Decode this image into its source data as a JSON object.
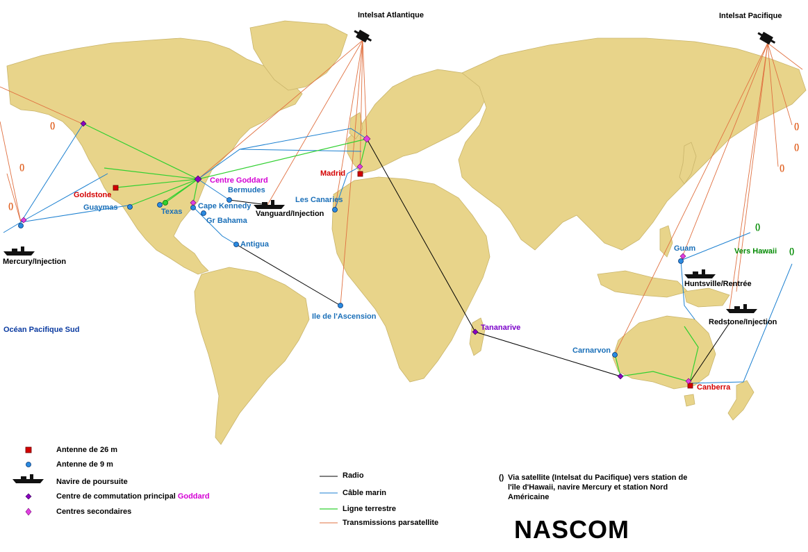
{
  "title": "NASCOM",
  "colors": {
    "land": "#e8d48a",
    "sea": "#ffffff",
    "radio": "#000000",
    "cable": "#1a7fd0",
    "ground": "#30d030",
    "satellite": "#e07040",
    "antenna26": "#d40000",
    "antenna9": "#2a8ae0",
    "main_switch": "#8a00c0",
    "secondary": "#e040e0"
  },
  "satellites": {
    "atlantic": "Intelsat Atlantique",
    "pacific": "Intelsat Pacifique"
  },
  "stations": {
    "goddard": "Centre Goddard",
    "goldstone": "Goldstone",
    "guaymas": "Guaymas",
    "texas": "Texas",
    "bermudes": "Bermudes",
    "cape_kennedy": "Cape Kennedy",
    "gr_bahama": "Gr Bahama",
    "antigua": "Antigua",
    "madrid": "Madrid",
    "canaries": "Les Canaries",
    "ascension": "Ile de l'Ascension",
    "tananarive": "Tananarive",
    "carnarvon": "Carnarvon",
    "canberra": "Canberra",
    "guam": "Guam",
    "vers_hawaii": "Vers Hawaii"
  },
  "ships": {
    "vanguard": "Vanguard/Injection",
    "mercury": "Mercury/Injection",
    "huntsville": "Huntsville/Rentrée",
    "redstone": "Redstone/Injection"
  },
  "ocean": "Océan Pacifique Sud",
  "legend": {
    "antenna26": "Antenne de 26 m",
    "antenna9": "Antenne de 9 m",
    "ship": "Navire de poursuite",
    "main_switch_prefix": "Centre de commutation principal",
    "main_switch_name": "Goddard",
    "secondary": "Centres secondaires",
    "radio": "Radio",
    "cable": "Câble marin",
    "ground": "Ligne terrestre",
    "satellite": "Transmissions parsatellite",
    "via_sat_symbol": "()",
    "via_sat_line1": "Via satellite (Intelsat du Pacifique) vers station de",
    "via_sat_line2": "l'île d'Hawaii, navire Mercury et station Nord",
    "via_sat_line3": "Américaine"
  },
  "hawaii_markers": [
    "()",
    "()",
    "()",
    "()",
    "()",
    "()",
    "()",
    "()"
  ]
}
